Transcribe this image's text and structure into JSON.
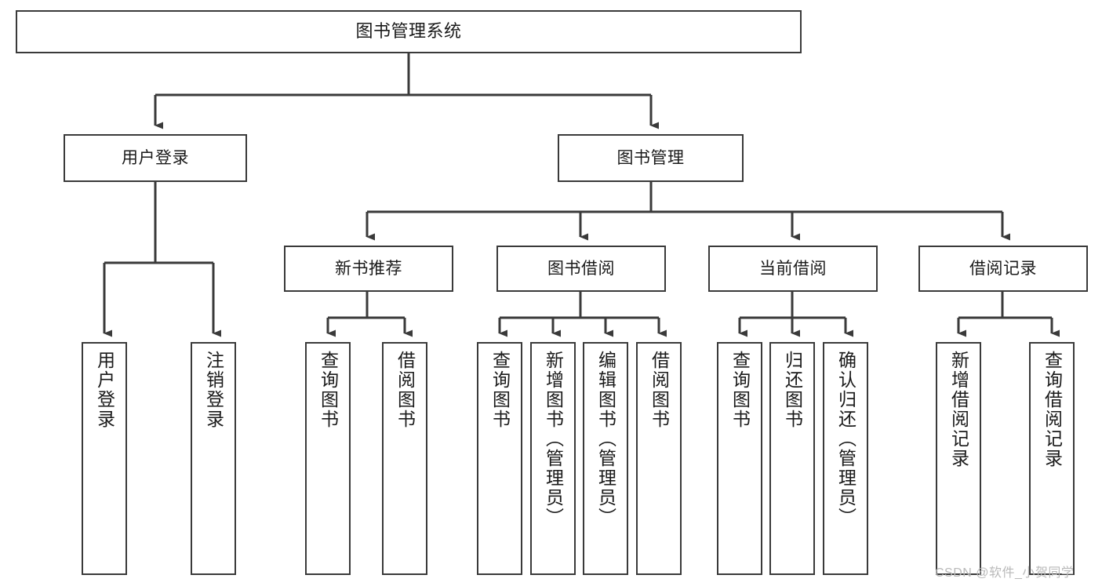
{
  "diagram": {
    "title": "图书管理系统",
    "type": "tree-hierarchy-chart",
    "orientation": "top-down",
    "colors": {
      "box_border": "#3a3a3a",
      "box_fill": "#ffffff",
      "connector": "#3a3a3a",
      "text": "#1a1a1a",
      "watermark": "#b9b9b9",
      "background": "#ffffff"
    }
  },
  "root": {
    "label": "图书管理系统"
  },
  "level1": [
    {
      "label": "用户登录"
    },
    {
      "label": "图书管理"
    }
  ],
  "level2": [
    {
      "label": "新书推荐"
    },
    {
      "label": "图书借阅"
    },
    {
      "label": "当前借阅"
    },
    {
      "label": "借阅记录"
    }
  ],
  "leaves": {
    "user_login": [
      {
        "label": "用户登录"
      },
      {
        "label": "注销登录"
      }
    ],
    "new_book_recommend": [
      {
        "label": "查询图书"
      },
      {
        "label": "借阅图书"
      }
    ],
    "book_borrow": [
      {
        "label": "查询图书"
      },
      {
        "label": "新增图书（管理员）"
      },
      {
        "label": "编辑图书（管理员）"
      },
      {
        "label": "借阅图书"
      }
    ],
    "current_borrow": [
      {
        "label": "查询图书"
      },
      {
        "label": "归还图书"
      },
      {
        "label": "确认归还（管理员）"
      }
    ],
    "borrow_record": [
      {
        "label": "新增借阅记录"
      },
      {
        "label": "查询借阅记录"
      }
    ]
  },
  "watermark": {
    "text": "CSDN @软件_小贺同学"
  }
}
